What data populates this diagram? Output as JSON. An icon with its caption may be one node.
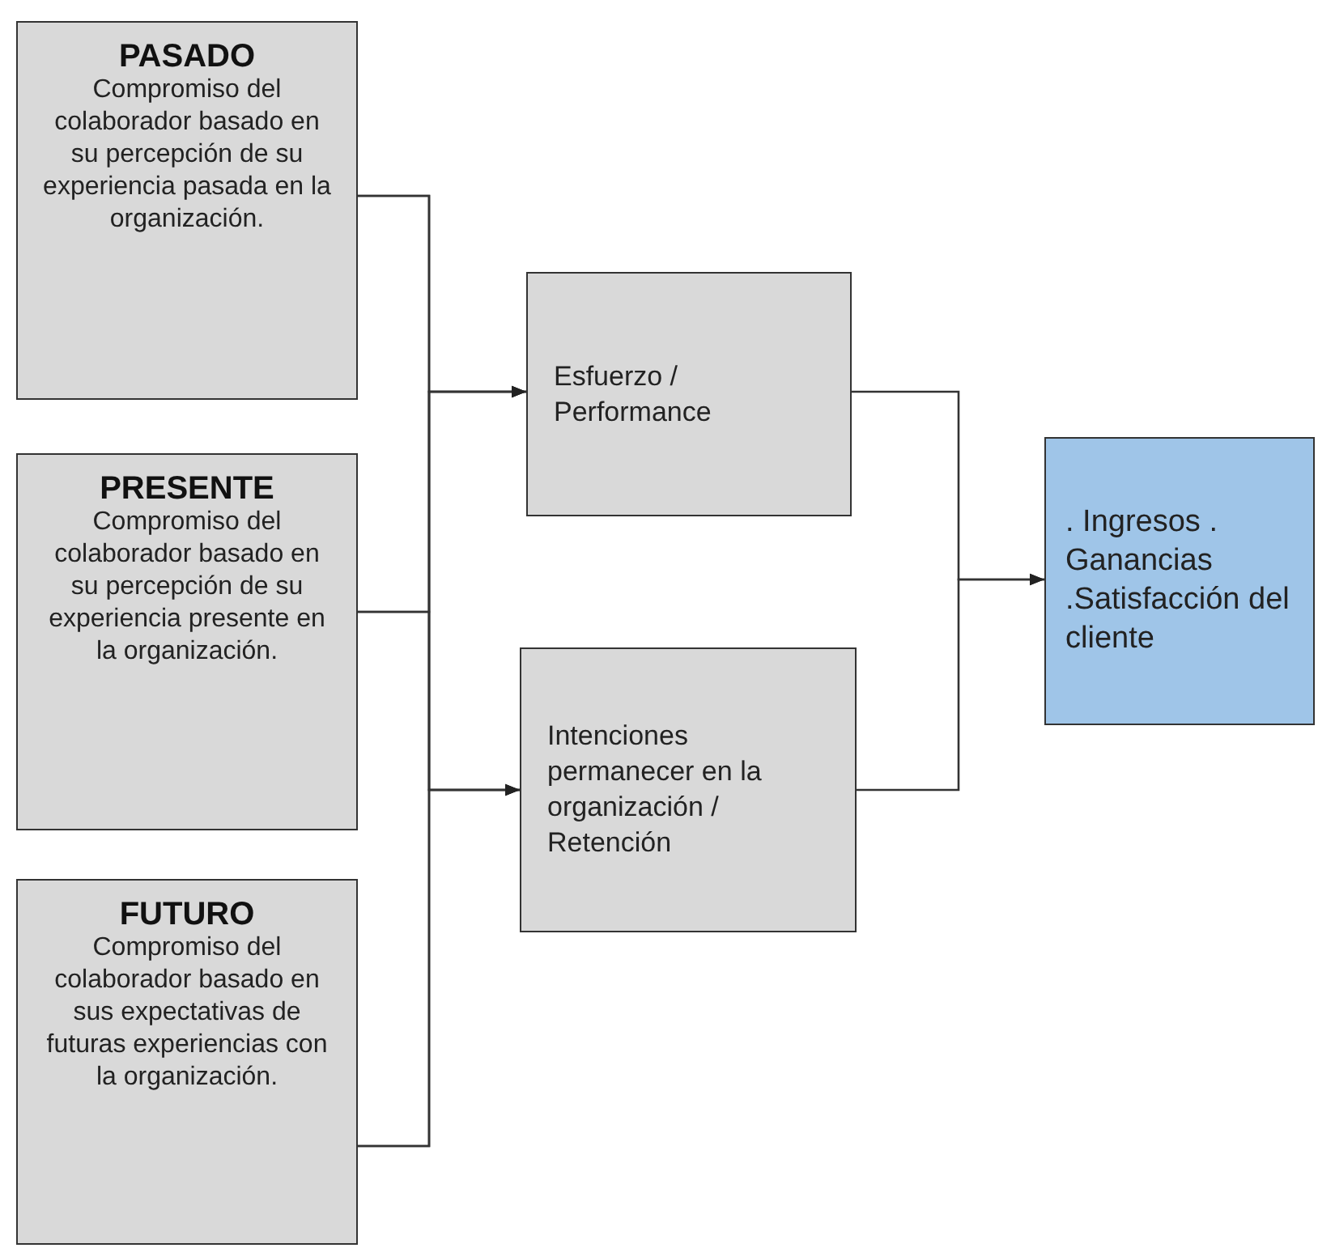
{
  "diagram": {
    "nodes": [
      {
        "text": [
          "PASADO",
          "Compromiso del colaborador basado en su percepción de su experiencia pasada en la organización."
        ]
      },
      {
        "text": [
          "PRESENTE",
          "Compromiso del colaborador basado en su percepción de su experiencia presente en la organización."
        ]
      },
      {
        "text": [
          "FUTURO",
          "Compromiso del colaborador basado en sus expectativas de futuras experiencias con la organización."
        ]
      },
      {
        "text": [
          "Esfuerzo / Performance"
        ]
      },
      {
        "text": [
          "Intenciones permanecer en la organización / Retención"
        ]
      },
      {
        "text": [
          ". Ingresos . Ganancias .Satisfacción del cliente"
        ]
      }
    ],
    "edges": [
      {
        "from": 0,
        "to": 3,
        "arrow": "to"
      },
      {
        "from": 0,
        "to": 4,
        "arrow": "to"
      },
      {
        "from": 1,
        "to": 3,
        "arrow": "to"
      },
      {
        "from": 1,
        "to": 4,
        "arrow": "to"
      },
      {
        "from": 2,
        "to": 3,
        "arrow": "to"
      },
      {
        "from": 2,
        "to": 4,
        "arrow": "to"
      },
      {
        "from": 3,
        "to": 5,
        "arrow": "to"
      },
      {
        "from": 4,
        "to": 5,
        "arrow": "to"
      }
    ]
  }
}
